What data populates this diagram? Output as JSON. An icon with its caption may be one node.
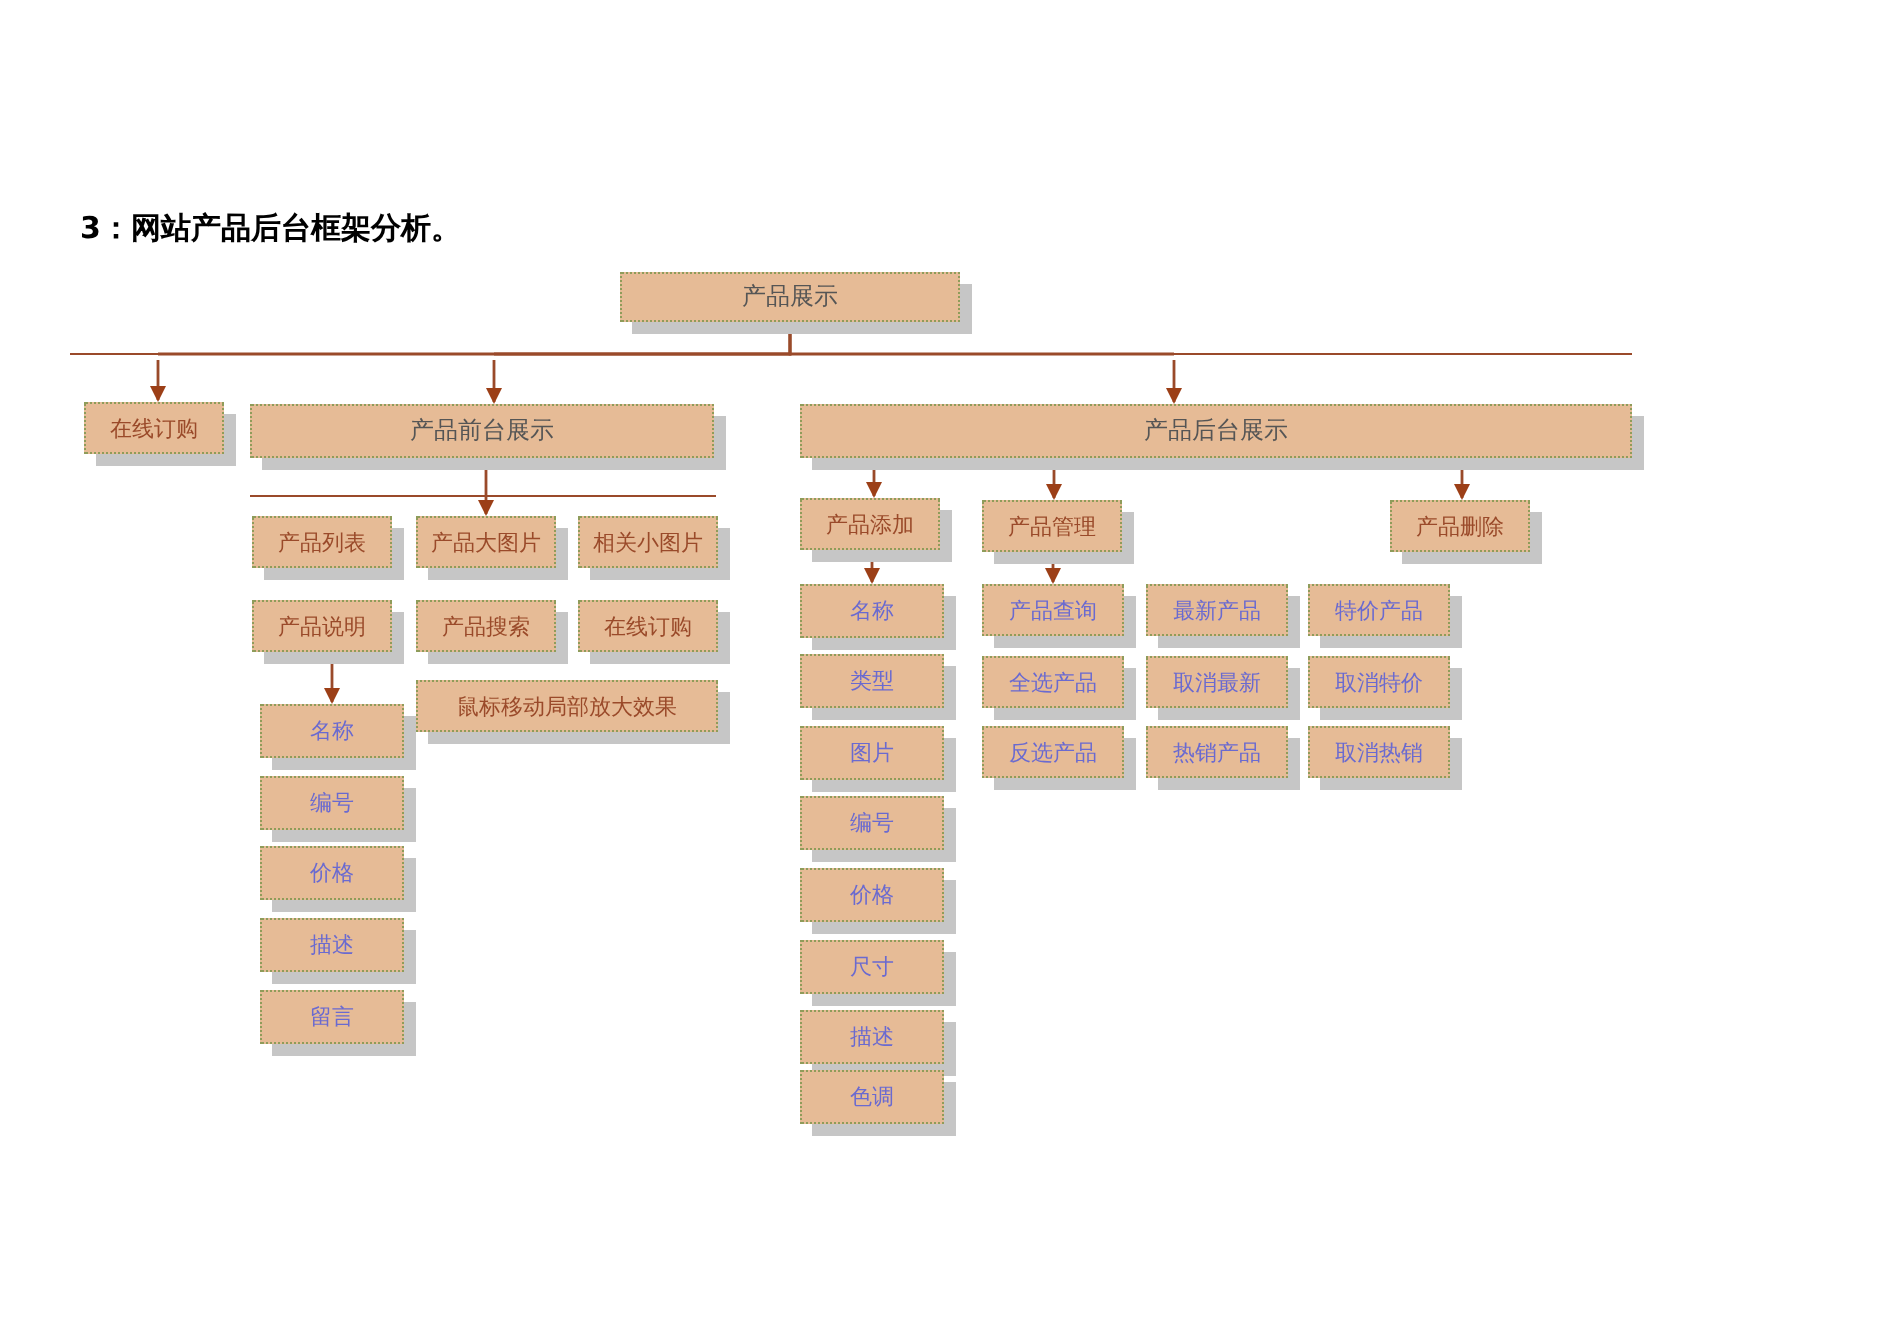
{
  "diagram": {
    "title": "3：网站产品后台框架分析。",
    "nodes": [
      {
        "text": [
          "产品展示"
        ]
      },
      {
        "text": [
          "在线订购"
        ]
      },
      {
        "text": [
          "产品前台展示"
        ]
      },
      {
        "text": [
          "产品后台展示"
        ]
      },
      {
        "text": [
          "产品列表"
        ]
      },
      {
        "text": [
          "产品大图片"
        ]
      },
      {
        "text": [
          "相关小图片"
        ]
      },
      {
        "text": [
          "产品说明"
        ]
      },
      {
        "text": [
          "产品搜索"
        ]
      },
      {
        "text": [
          "在线订购"
        ]
      },
      {
        "text": [
          "鼠标移动局部放大效果"
        ]
      },
      {
        "text": [
          "名称"
        ]
      },
      {
        "text": [
          "编号"
        ]
      },
      {
        "text": [
          "价格"
        ]
      },
      {
        "text": [
          "描述"
        ]
      },
      {
        "text": [
          "留言"
        ]
      },
      {
        "text": [
          "产品添加"
        ]
      },
      {
        "text": [
          "产品管理"
        ]
      },
      {
        "text": [
          "产品删除"
        ]
      },
      {
        "text": [
          "名称"
        ]
      },
      {
        "text": [
          "类型"
        ]
      },
      {
        "text": [
          "图片"
        ]
      },
      {
        "text": [
          "编号"
        ]
      },
      {
        "text": [
          "价格"
        ]
      },
      {
        "text": [
          "尺寸"
        ]
      },
      {
        "text": [
          "描述"
        ]
      },
      {
        "text": [
          "色调"
        ]
      },
      {
        "text": [
          "产品查询"
        ]
      },
      {
        "text": [
          "全选产品"
        ]
      },
      {
        "text": [
          "反选产品"
        ]
      },
      {
        "text": [
          "最新产品"
        ]
      },
      {
        "text": [
          "取消最新"
        ]
      },
      {
        "text": [
          "热销产品"
        ]
      },
      {
        "text": [
          "特价产品"
        ]
      },
      {
        "text": [
          "取消特价"
        ]
      },
      {
        "text": [
          "取消热销"
        ]
      }
    ],
    "edges": [
      {
        "from": 0,
        "to": 1,
        "arrow": "to"
      },
      {
        "from": 0,
        "to": 2,
        "arrow": "to"
      },
      {
        "from": 0,
        "to": 3,
        "arrow": "to"
      },
      {
        "from": 2,
        "to": 5,
        "arrow": "to"
      },
      {
        "from": 7,
        "to": 11,
        "arrow": "to"
      },
      {
        "from": 3,
        "to": 16,
        "arrow": "to"
      },
      {
        "from": 3,
        "to": 17,
        "arrow": "to"
      },
      {
        "from": 3,
        "to": 18,
        "arrow": "to"
      },
      {
        "from": 16,
        "to": 19,
        "arrow": "to"
      },
      {
        "from": 17,
        "to": 27,
        "arrow": "to"
      }
    ]
  }
}
